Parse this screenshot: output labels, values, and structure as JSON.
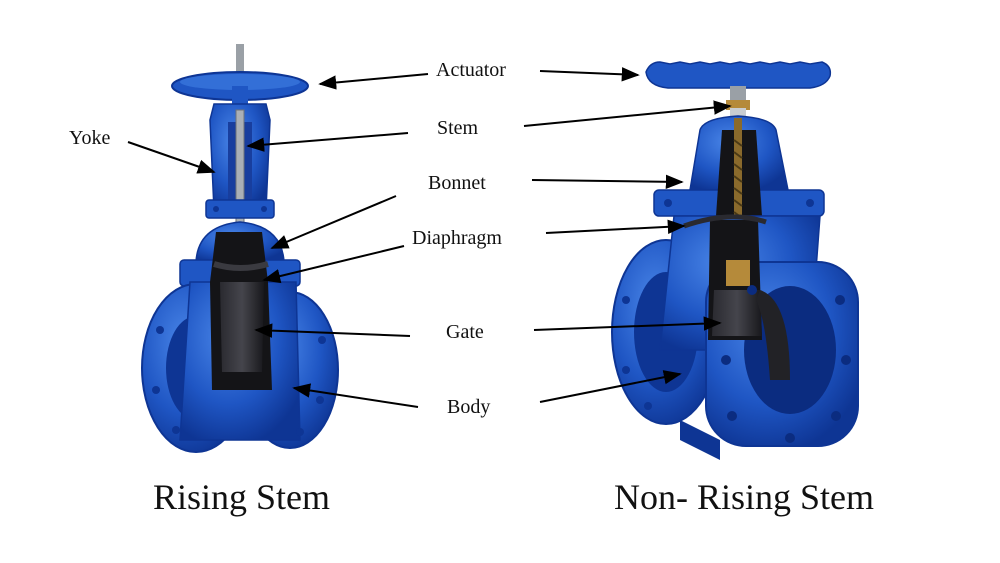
{
  "labels": {
    "actuator": "Actuator",
    "stem": "Stem",
    "yoke": "Yoke",
    "bonnet": "Bonnet",
    "diaphragm": "Diaphragm",
    "gate": "Gate",
    "body": "Body"
  },
  "captions": {
    "rising": "Rising Stem",
    "non_rising": "Non- Rising Stem"
  },
  "colors": {
    "valve_blue": "#1f56c4",
    "valve_blue_dark": "#0e3594",
    "valve_blue_light": "#3c7ae0",
    "interior_dark": "#1b1b1f",
    "stem_steel": "#9aa0a6",
    "brass": "#b58a3a",
    "arrow": "#000000"
  }
}
